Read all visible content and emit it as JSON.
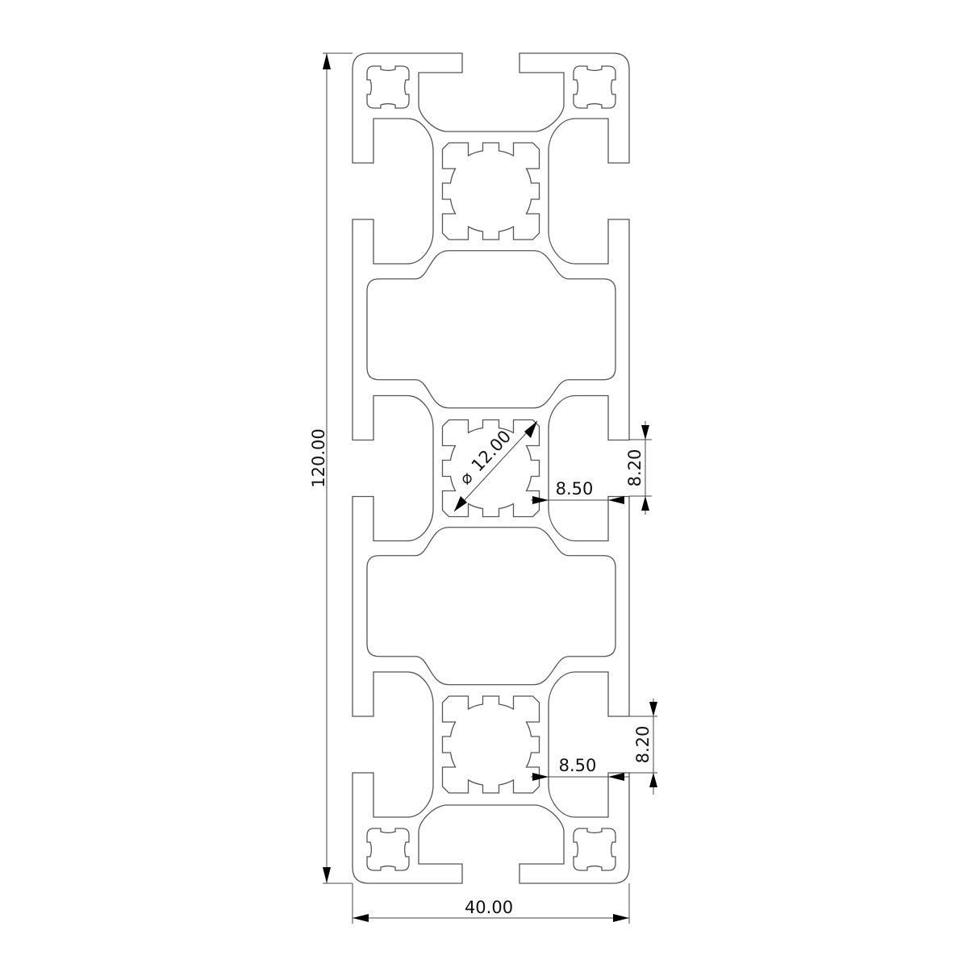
{
  "drawing": {
    "title": "Aluminium T-slot profile 40x120",
    "dimensions": {
      "height": "120.00",
      "width": "40.00",
      "bore_diameter": "12.00",
      "bore_symbol": "⌀",
      "slot_depth_1": "8.50",
      "slot_width_1": "8.20",
      "slot_depth_2": "8.50",
      "slot_width_2": "8.20"
    },
    "line_color": "#555555"
  }
}
